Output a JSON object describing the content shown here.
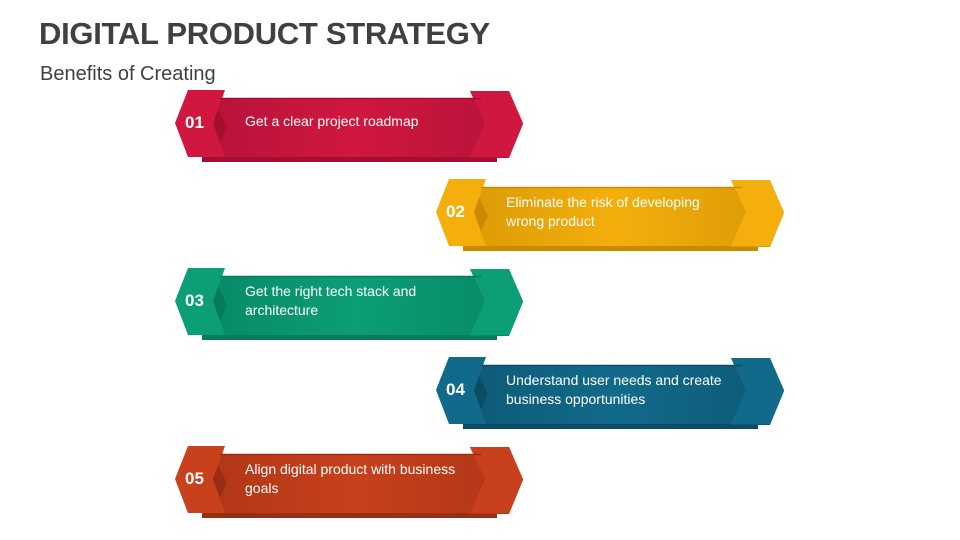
{
  "slide": {
    "title": "DIGITAL PRODUCT STRATEGY",
    "subtitle": "Benefits of Creating"
  },
  "items": [
    {
      "number": "01",
      "text": "Get a clear project roadmap",
      "color": "#D0173F",
      "dark": "#A3102F",
      "shade": "#B8133A"
    },
    {
      "number": "02",
      "text": "Eliminate the risk of developing wrong product",
      "color": "#F4AF0C",
      "dark": "#C98A00",
      "shade": "#DC9C05"
    },
    {
      "number": "03",
      "text": "Get the right tech stack and architecture",
      "color": "#0B9E77",
      "dark": "#067A5A",
      "shade": "#088A68"
    },
    {
      "number": "04",
      "text": "Understand user needs and create business opportunities",
      "color": "#126A8A",
      "dark": "#0A4C66",
      "shade": "#0E5B78"
    },
    {
      "number": "05",
      "text": "Align digital product with business goals",
      "color": "#C8401C",
      "dark": "#9A2E12",
      "shade": "#B23717"
    }
  ]
}
